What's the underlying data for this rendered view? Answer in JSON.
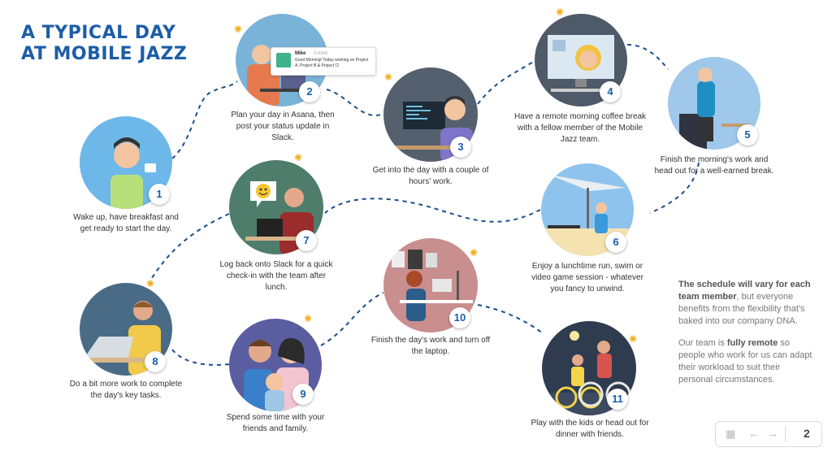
{
  "title": {
    "line1": "A TYPICAL DAY",
    "line2": "AT MOBILE JAZZ"
  },
  "steps": [
    {
      "number": "1",
      "caption": "Wake up, have breakfast and get ready to start the day."
    },
    {
      "number": "2",
      "caption": "Plan your day in Asana, then post your status update in Slack."
    },
    {
      "number": "3",
      "caption": "Get into the day with a couple of hours' work."
    },
    {
      "number": "4",
      "caption": "Have a remote morning coffee break with a fellow member of the Mobile Jazz team."
    },
    {
      "number": "5",
      "caption": "Finish the morning's work and head out for a well-earned break."
    },
    {
      "number": "6",
      "caption": "Enjoy a lunchtime run, swim or video game session - whatever you fancy to unwind."
    },
    {
      "number": "7",
      "caption": "Log back onto Slack for a quick check-in with the team after lunch."
    },
    {
      "number": "8",
      "caption": "Do a bit more work to complete the day's key tasks."
    },
    {
      "number": "9",
      "caption": "Spend some time with your friends and family."
    },
    {
      "number": "10",
      "caption": "Finish the day's work and turn off the laptop."
    },
    {
      "number": "11",
      "caption": "Play with the kids or head out for dinner with friends."
    }
  ],
  "slack_message": {
    "name": "Mike",
    "time": "9:00AM",
    "text": "Good Morning! Today working on Project A, Project B & Project C!"
  },
  "note": {
    "p1_bold": "The schedule will vary for each team member",
    "p1_rest": ", but everyone benefits from the flexibility that's baked into our company DNA.",
    "p2_start": "Our team is ",
    "p2_bold": "fully remote",
    "p2_rest": " so people who work for us can adapt their workload to suit their personal circumstances."
  },
  "pager": {
    "page": "2",
    "grid_icon": "grid-icon",
    "prev_icon": "arrow-left-icon",
    "next_icon": "arrow-right-icon"
  },
  "colors": {
    "title": "#1c5da8",
    "number": "#1c5da8",
    "sun": "#f2b01e",
    "path": "#1c4f8a"
  }
}
